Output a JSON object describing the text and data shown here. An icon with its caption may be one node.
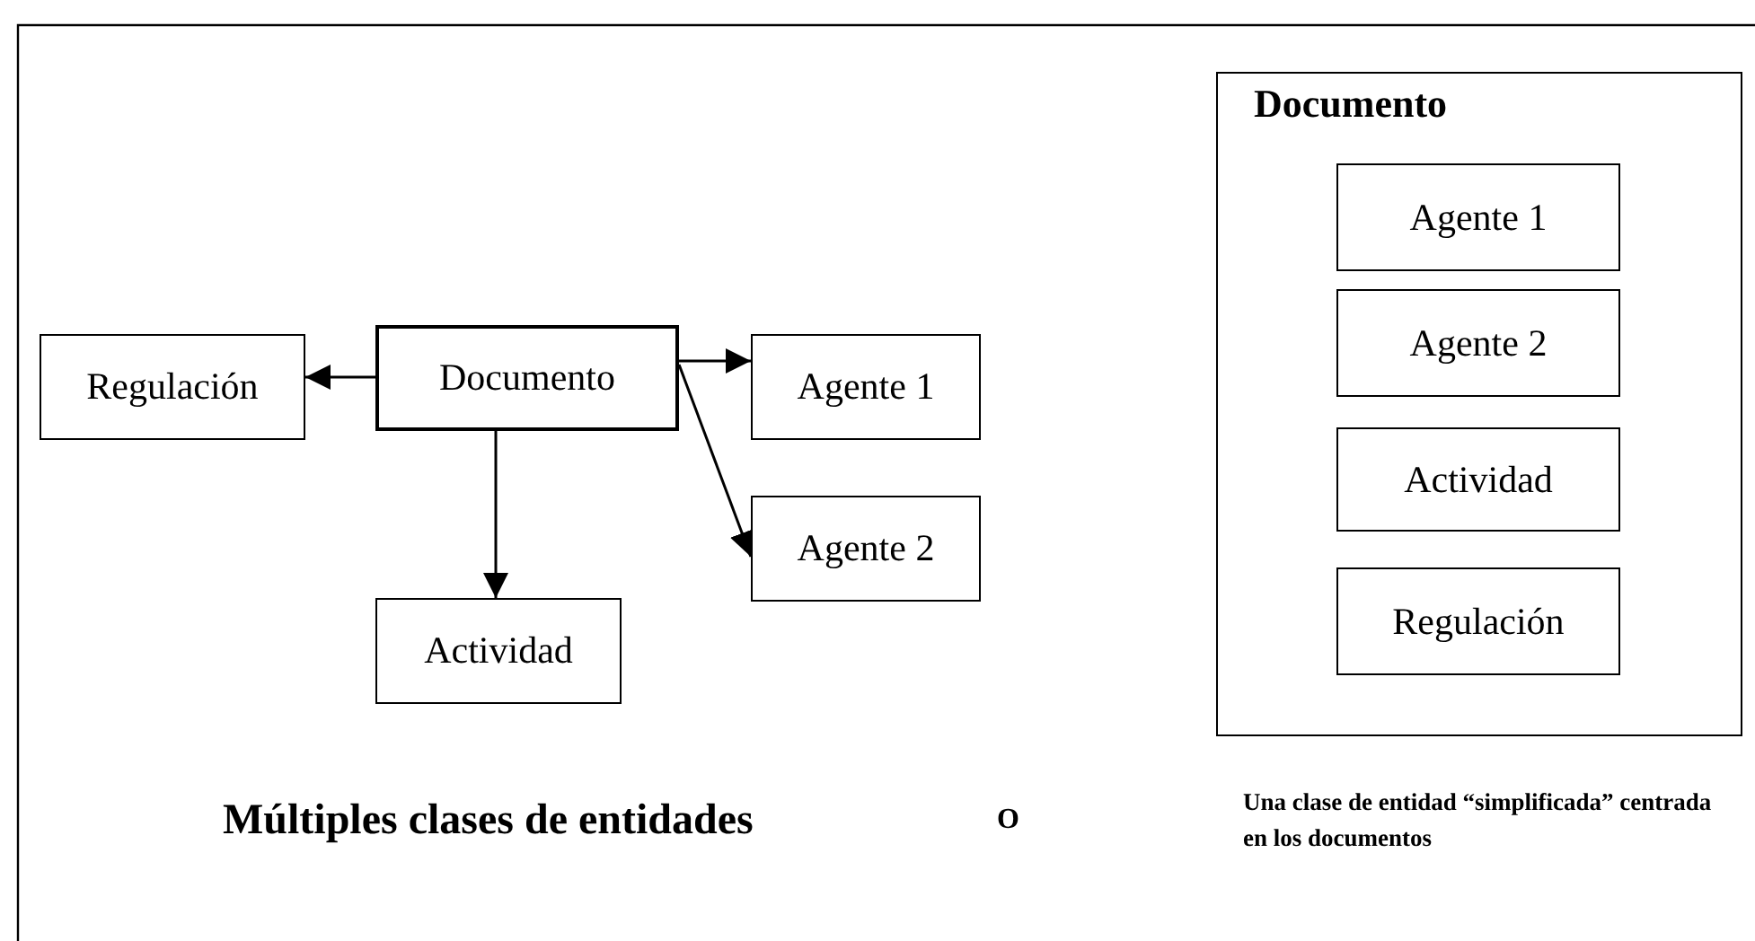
{
  "diagram": {
    "nodes": [
      {
        "text": [
          "Regulación"
        ]
      },
      {
        "text": [
          "Documento"
        ]
      },
      {
        "text": [
          "Agente 1"
        ]
      },
      {
        "text": [
          "Agente 2"
        ]
      },
      {
        "text": [
          "Actividad"
        ]
      },
      {
        "text": [
          "Documento"
        ]
      },
      {
        "text": [
          "Agente 1"
        ],
        "in": 5
      },
      {
        "text": [
          "Agente 2"
        ],
        "in": 5
      },
      {
        "text": [
          "Actividad"
        ],
        "in": 5
      },
      {
        "text": [
          "Regulación"
        ],
        "in": 5
      }
    ],
    "edges": [
      {
        "from": 1,
        "to": 0,
        "arrow": "to"
      },
      {
        "from": 1,
        "to": 2,
        "arrow": "to"
      },
      {
        "from": 1,
        "to": 3,
        "arrow": "to"
      },
      {
        "from": 1,
        "to": 4,
        "arrow": "to"
      }
    ],
    "labels": [
      "Múltiples clases de entidades",
      "O",
      "Una clase de entidad “simplificada” centrada en los documentos"
    ]
  }
}
